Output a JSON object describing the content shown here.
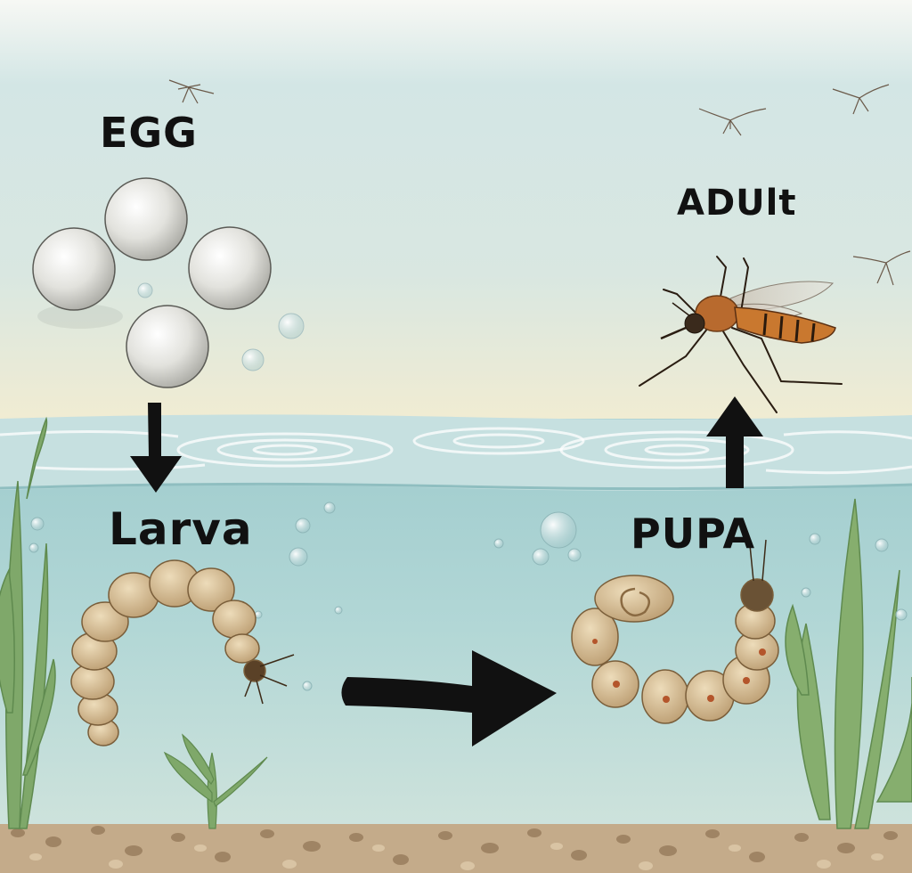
{
  "stages": {
    "egg": "EGG",
    "adult": "ADUlt",
    "larva": "Larva",
    "pupa": "PUPA"
  },
  "colors": {
    "sky_top": "#f6f8f4",
    "sky_mid": "#cfe3e3",
    "sky_horizon": "#f1ecd3",
    "water": "#a9d2d4",
    "water_deep": "#c4dfdc",
    "gravel": "#b89c7a",
    "plant": "#7fa86a",
    "arrow": "#111111",
    "larva_body": "#d9c09a",
    "mosquito_body": "#b86a2e"
  },
  "icons": [
    "egg-icon",
    "larva-icon",
    "pupa-icon",
    "mosquito-icon",
    "arrow-icon",
    "plant-icon",
    "bubble-icon"
  ]
}
